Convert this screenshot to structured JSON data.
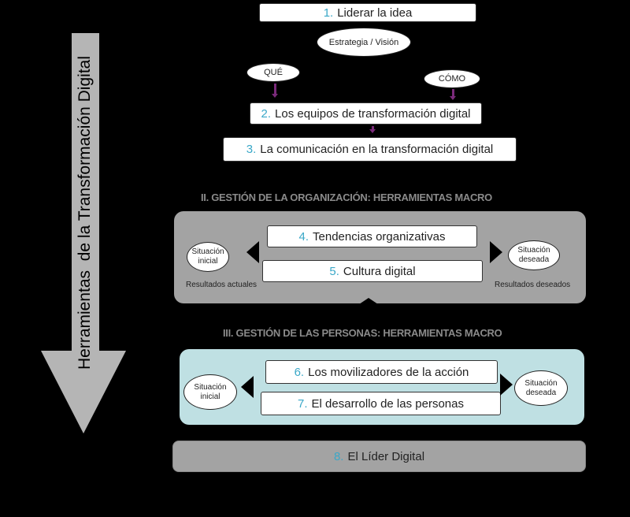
{
  "colors": {
    "number": "#3aa8c8",
    "panel_gray": "#a3a3a3",
    "panel_blue": "#bfe0e3",
    "arrow": "#b5b5b5",
    "connector": "#7a2a7a"
  },
  "side_arrow": {
    "label": "Herramientas  de la Transformación Digital"
  },
  "top": {
    "step1": {
      "num": "1.",
      "label": "Liderar la idea"
    },
    "strategy": "Estrategia / Visión",
    "que": "QUÉ",
    "como": "CÓMO",
    "step2": {
      "num": "2.",
      "label": "Los equipos de transformación digital"
    },
    "step3": {
      "num": "3.",
      "label": "La comunicación  en la transformación digital"
    }
  },
  "section2": {
    "heading": "II.  GESTIÓN DE LA ORGANIZACIÓN: HERRAMIENTAS MACRO",
    "step4": {
      "num": "4.",
      "label": "Tendencias organizativas"
    },
    "step5": {
      "num": "5.",
      "label": "Cultura digital"
    },
    "initial": "Situación inicial",
    "desired": "Situación deseada",
    "current_results": "Resultados actuales",
    "desired_results": "Resultados deseados"
  },
  "section3": {
    "heading": "III.  GESTIÓN DE LAS PERSONAS: HERRAMIENTAS MACRO",
    "step6": {
      "num": "6.",
      "label": "Los movilizadores de la acción"
    },
    "step7": {
      "num": "7.",
      "label": "El desarrollo de las personas"
    },
    "initial": "Situación inicial",
    "desired": "Situación deseada"
  },
  "step8": {
    "num": "8.",
    "label": "El Líder Digital"
  }
}
